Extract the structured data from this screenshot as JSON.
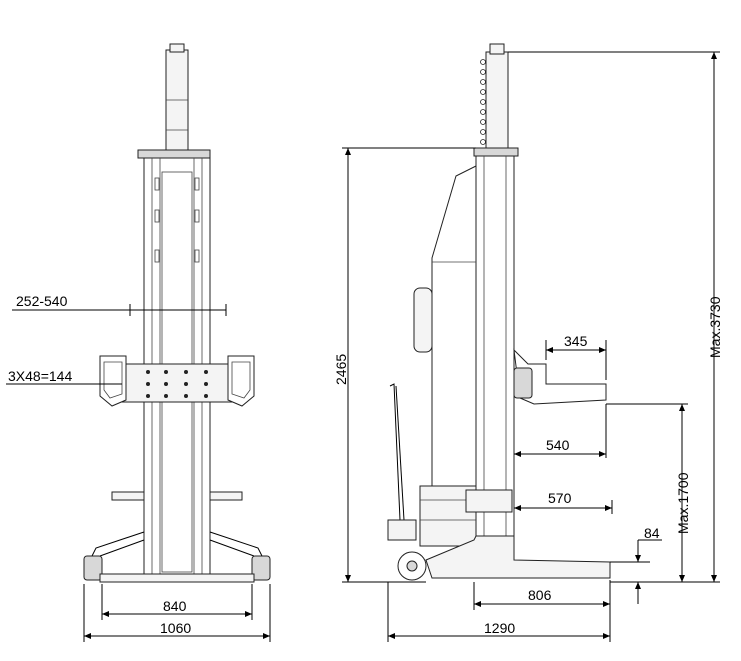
{
  "front_view": {
    "dim_clamp_range": "252-540",
    "dim_hole_pitch": "3X48=144",
    "dim_wheel_track": "840",
    "dim_base_width": "1060"
  },
  "side_view": {
    "dim_column_height": "2465",
    "dim_max_height": "Max.3730",
    "dim_fork_length": "345",
    "dim_fork_reach": "540",
    "dim_base_reach": "570",
    "dim_max_lift": "Max.1700",
    "dim_min_height": "84",
    "dim_base_length": "806",
    "dim_overall_length": "1290"
  }
}
